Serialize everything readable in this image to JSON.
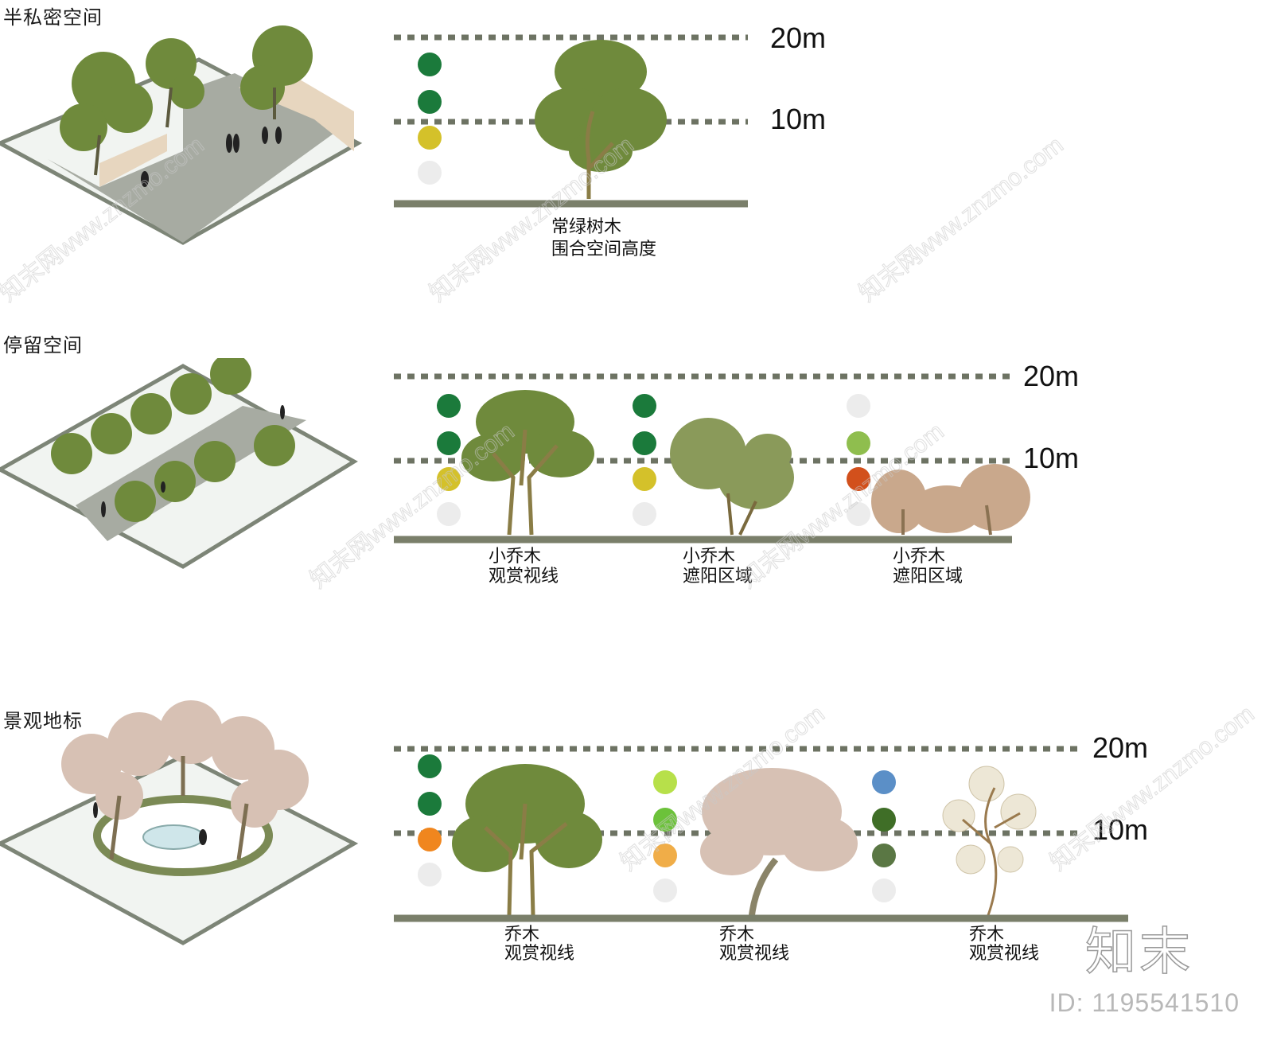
{
  "sections": [
    {
      "title": "半私密空间",
      "levels": [
        "20m",
        "10m"
      ],
      "plants": [
        {
          "label_line1": "常绿树木",
          "label_line2": "围合空间高度",
          "dots": [
            "#1b7a3b",
            "#1b7a3b",
            "#d4c12a",
            "#ececec"
          ]
        }
      ]
    },
    {
      "title": "停留空间",
      "levels": [
        "20m",
        "10m"
      ],
      "plants": [
        {
          "label_line1": "小乔木",
          "label_line2": "观赏视线",
          "dots": [
            "#1b7a3b",
            "#1b7a3b",
            "#d4c12a",
            "#ececec"
          ]
        },
        {
          "label_line1": "小乔木",
          "label_line2": "遮阳区域",
          "dots": [
            "#1b7a3b",
            "#1b7a3b",
            "#d4c12a",
            "#ececec"
          ]
        },
        {
          "label_line1": "小乔木",
          "label_line2": "遮阳区域",
          "dots": [
            "#ececec",
            "#8fbe4e",
            "#d2501c",
            "#ececec"
          ]
        }
      ]
    },
    {
      "title": "景观地标",
      "levels": [
        "20m",
        "10m"
      ],
      "plants": [
        {
          "label_line1": "乔木",
          "label_line2": "观赏视线",
          "dots": [
            "#1b7a3b",
            "#1b7a3b",
            "#f0861e",
            "#ececec"
          ]
        },
        {
          "label_line1": "乔木",
          "label_line2": "观赏视线",
          "dots": [
            "#b7e04a",
            "#6cc23a",
            "#f0ad48",
            "#ececec"
          ]
        },
        {
          "label_line1": "乔木",
          "label_line2": "观赏视线",
          "dots": [
            "#5b8fc7",
            "#3f6e27",
            "#5a7744",
            "#ececec"
          ]
        }
      ]
    }
  ],
  "watermark": "知末网www.znzmo.com",
  "brand": {
    "logo": "知末",
    "id_text": "ID: 1195541510"
  },
  "colors": {
    "ground": "#7a7f6a",
    "dash": "#6d7363",
    "tree_green": "#6f8a3c",
    "tree_pink": "#d7c1b4",
    "slab": "#eef2ee"
  }
}
